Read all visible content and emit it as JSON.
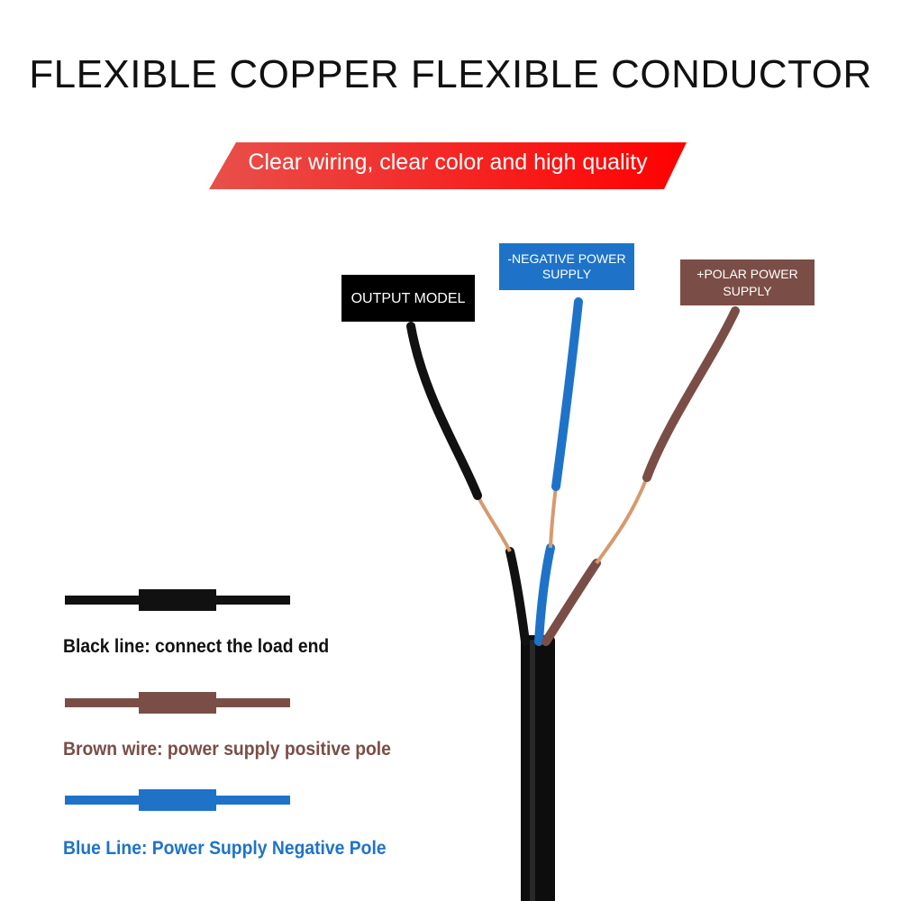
{
  "title": "FLEXIBLE COPPER FLEXIBLE CONDUCTOR",
  "banner": {
    "text": "Clear wiring, clear color and high quality",
    "colors": {
      "start": "#e8504b",
      "end": "#ff0000"
    }
  },
  "wire_labels": {
    "output": "OUTPUT MODEL",
    "negative": "-NEGATIVE POWER SUPPLY",
    "positive": "+POLAR POWER SUPPLY"
  },
  "legend": [
    {
      "text": "Black line: connect the load end",
      "color": "#111111"
    },
    {
      "text": "Brown wire: power supply positive pole",
      "color": "#7a4e46"
    },
    {
      "text": "Blue Line: Power Supply Negative Pole",
      "color": "#1e73c9"
    }
  ],
  "colors": {
    "black_wire": "#111111",
    "brown_wire": "#7a4e46",
    "blue_wire": "#1e73c9",
    "copper": "#d69a6e"
  },
  "icons": [
    "cable-icon",
    "wire-black-icon",
    "wire-brown-icon",
    "wire-blue-icon"
  ]
}
